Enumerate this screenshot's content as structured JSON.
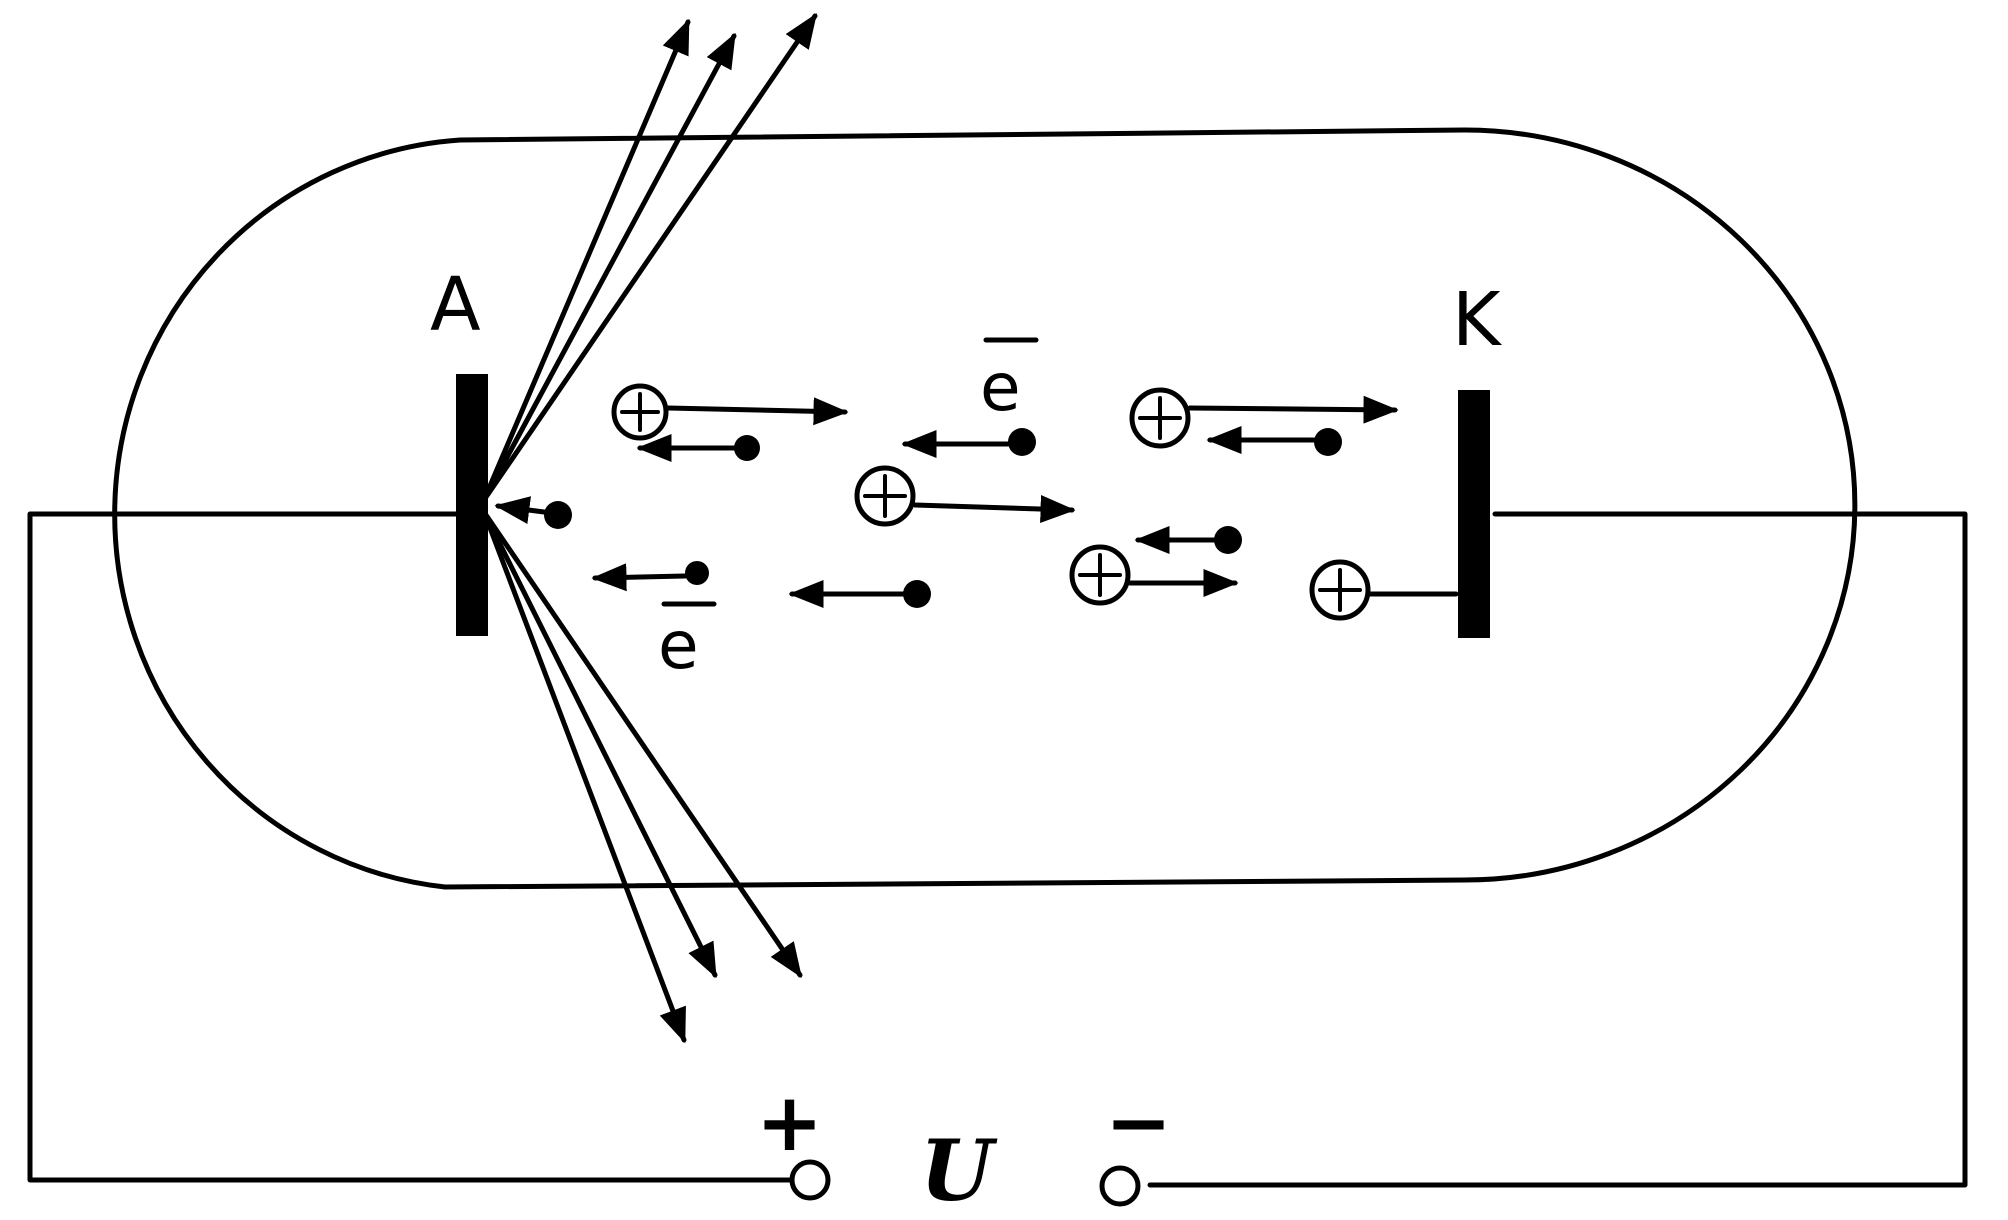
{
  "labels": {
    "anode": "A",
    "cathode": "K",
    "electron_top": "e",
    "electron_bottom": "e",
    "voltage": "U",
    "plus_terminal": "+",
    "minus_terminal": "−"
  },
  "colors": {
    "ink": "#000000",
    "background": "#ffffff"
  }
}
